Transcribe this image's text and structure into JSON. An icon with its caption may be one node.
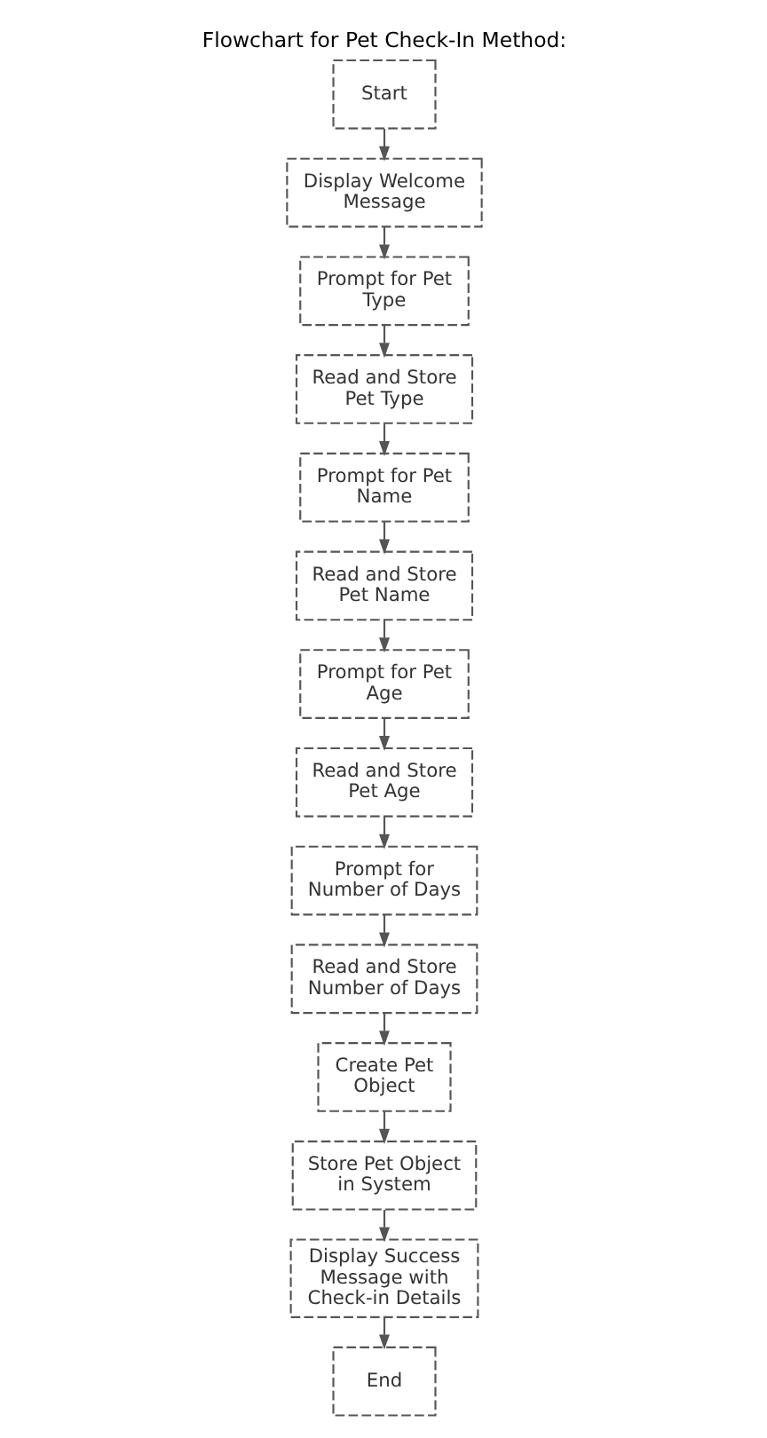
{
  "diagram": {
    "title": "Flowchart for Pet Check-In Method:",
    "nodes": [
      {
        "text": [
          "Start"
        ]
      },
      {
        "text": [
          "Display Welcome Message"
        ]
      },
      {
        "text": [
          "Prompt for Pet Type"
        ]
      },
      {
        "text": [
          "Read and Store Pet Type"
        ]
      },
      {
        "text": [
          "Prompt for Pet Name"
        ]
      },
      {
        "text": [
          "Read and Store Pet Name"
        ]
      },
      {
        "text": [
          "Prompt for Pet Age"
        ]
      },
      {
        "text": [
          "Read and Store Pet Age"
        ]
      },
      {
        "text": [
          "Prompt for Number of Days"
        ]
      },
      {
        "text": [
          "Read and Store Number of Days"
        ]
      },
      {
        "text": [
          "Create Pet Object"
        ]
      },
      {
        "text": [
          "Store Pet Object in System"
        ]
      },
      {
        "text": [
          "Display Success Message with Check-in Details"
        ]
      },
      {
        "text": [
          "End"
        ]
      }
    ],
    "edges": [
      {
        "from": 0,
        "to": 1,
        "arrow": "to"
      },
      {
        "from": 1,
        "to": 2,
        "arrow": "to"
      },
      {
        "from": 2,
        "to": 3,
        "arrow": "to"
      },
      {
        "from": 3,
        "to": 4,
        "arrow": "to"
      },
      {
        "from": 4,
        "to": 5,
        "arrow": "to"
      },
      {
        "from": 5,
        "to": 6,
        "arrow": "to"
      },
      {
        "from": 6,
        "to": 7,
        "arrow": "to"
      },
      {
        "from": 7,
        "to": 8,
        "arrow": "to"
      },
      {
        "from": 8,
        "to": 9,
        "arrow": "to"
      },
      {
        "from": 9,
        "to": 10,
        "arrow": "to"
      },
      {
        "from": 10,
        "to": 11,
        "arrow": "to"
      },
      {
        "from": 11,
        "to": 12,
        "arrow": "to"
      },
      {
        "from": 12,
        "to": 13,
        "arrow": "to"
      }
    ]
  }
}
